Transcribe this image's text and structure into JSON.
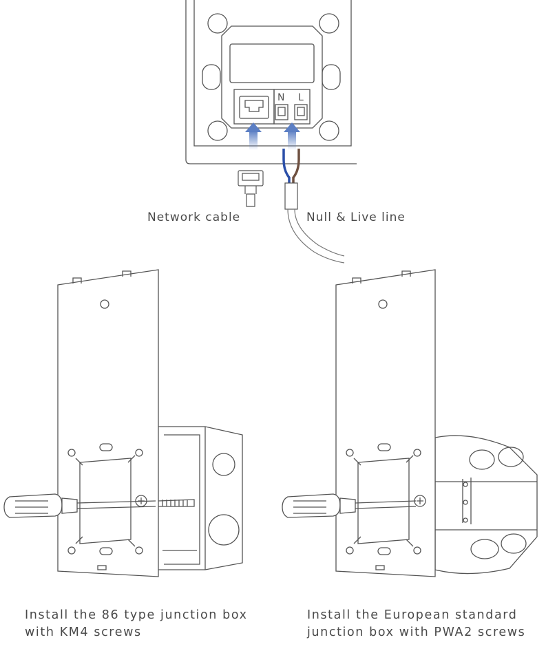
{
  "terminals": {
    "neutral": "N",
    "live": "L"
  },
  "labels": {
    "network_cable": "Network cable",
    "null_live": "Null & Live line"
  },
  "captions": {
    "left": [
      "Install the 86 type junction box",
      "with KM4 screws"
    ],
    "right": [
      "Install the European standard",
      "junction box with PWA2 screws"
    ]
  },
  "colors": {
    "arrow": "#5c7fc4",
    "wire_blue": "#2b4fa8",
    "wire_brown": "#6e5040",
    "line": "#555555"
  }
}
